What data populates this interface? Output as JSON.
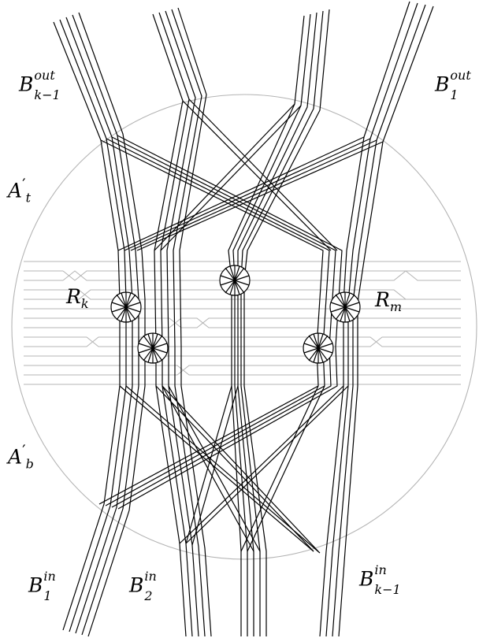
{
  "labels": {
    "b_out_k1": {
      "base": "B",
      "sup": "out",
      "sub": "k−1"
    },
    "b_out_1": {
      "base": "B",
      "sup": "out",
      "sub": "1"
    },
    "a_t": {
      "base": "A",
      "prime": "′",
      "sub": "t"
    },
    "a_b": {
      "base": "A",
      "prime": "′",
      "sub": "b"
    },
    "r_k": {
      "base": "R",
      "sub": "k"
    },
    "r_m": {
      "base": "R",
      "sub": "m"
    },
    "b_in_1": {
      "base": "B",
      "sup": "in",
      "sub": "1"
    },
    "b_in_2": {
      "base": "B",
      "sup": "in",
      "sub": "2"
    },
    "b_in_k1": {
      "base": "B",
      "sup": "in",
      "sub": "k−1"
    }
  },
  "colors": {
    "line": "#000000",
    "light": "#b4b4b4",
    "background": "#ffffff"
  }
}
